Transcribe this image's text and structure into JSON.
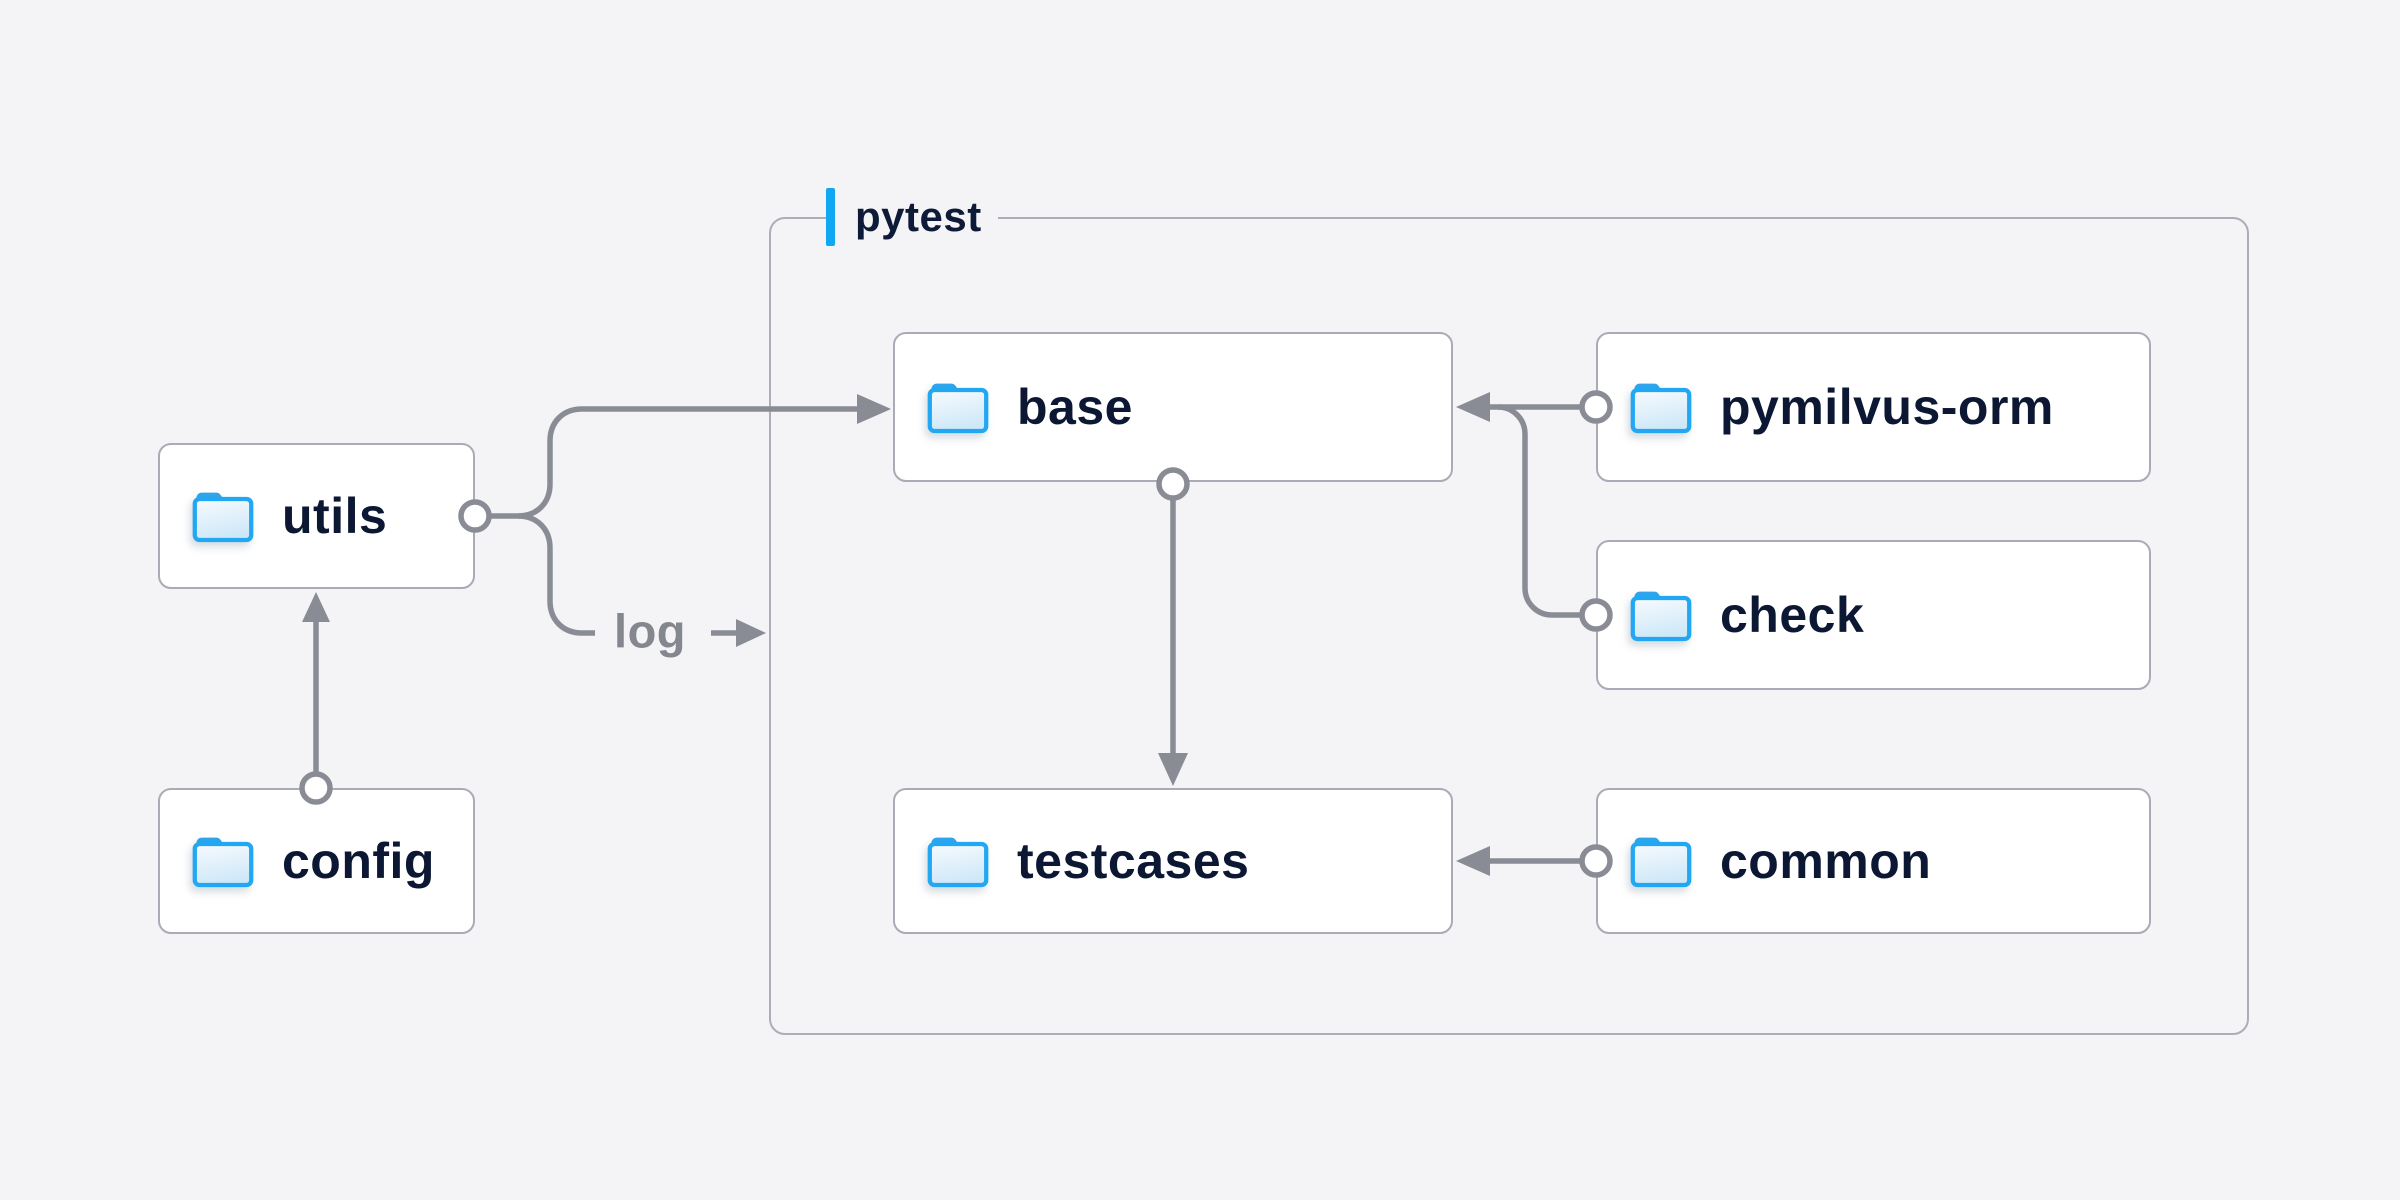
{
  "diagram": {
    "group": {
      "label": "pytest",
      "accent_bar_color": "#12a7f2",
      "members": [
        "base",
        "pymilvus-orm",
        "check",
        "testcases",
        "common"
      ]
    },
    "nodes": [
      {
        "id": "utils",
        "label": "utils",
        "icon": "folder-icon"
      },
      {
        "id": "config",
        "label": "config",
        "icon": "folder-icon"
      },
      {
        "id": "base",
        "label": "base",
        "icon": "folder-icon"
      },
      {
        "id": "pymilvus-orm",
        "label": "pymilvus-orm",
        "icon": "folder-icon"
      },
      {
        "id": "check",
        "label": "check",
        "icon": "folder-icon"
      },
      {
        "id": "testcases",
        "label": "testcases",
        "icon": "folder-icon"
      },
      {
        "id": "common",
        "label": "common",
        "icon": "folder-icon"
      }
    ],
    "edges": [
      {
        "from": "config",
        "to": "utils",
        "label": ""
      },
      {
        "from": "utils",
        "to": "base",
        "label": ""
      },
      {
        "from": "utils",
        "to": "pytest-group",
        "label": "log"
      },
      {
        "from": "pymilvus-orm",
        "to": "base",
        "label": ""
      },
      {
        "from": "check",
        "to": "base",
        "label": ""
      },
      {
        "from": "base",
        "to": "testcases",
        "label": ""
      },
      {
        "from": "common",
        "to": "testcases",
        "label": ""
      }
    ],
    "colors": {
      "background": "#f4f4f6",
      "node_background": "#ffffff",
      "node_border": "#a9abb6",
      "group_border": "#abadb9",
      "connector_gray": "#8a8c95",
      "text_navy": "#0c1733",
      "muted_label_gray": "#85878f",
      "accent_blue": "#12a7f2",
      "folder_blue": "#22a7f3"
    }
  }
}
